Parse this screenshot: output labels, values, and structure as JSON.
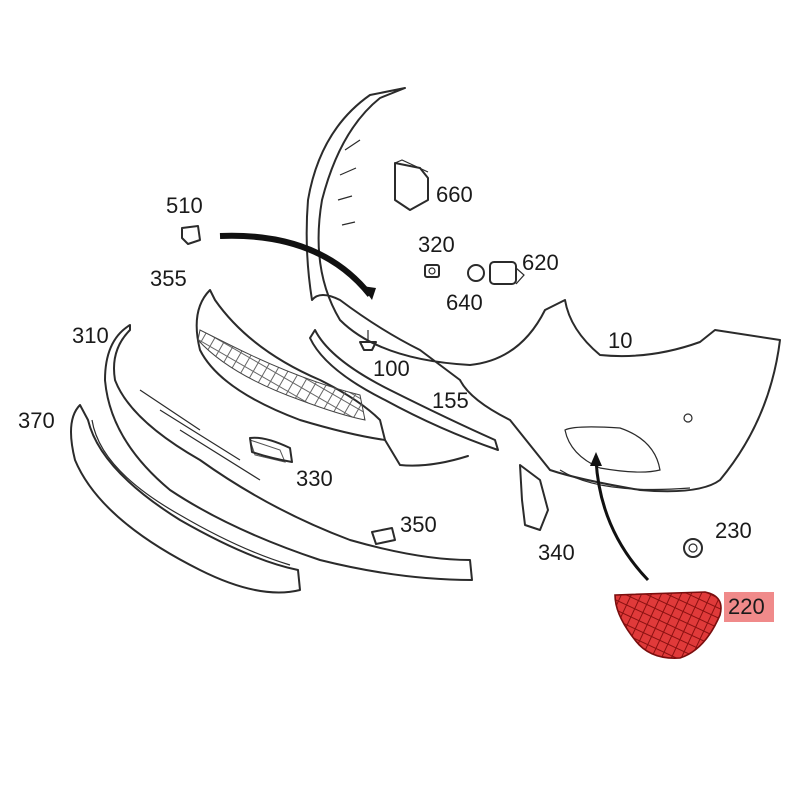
{
  "diagram": {
    "highlight_color": "#e03a3a",
    "callouts": {
      "c10": "10",
      "c100": "100",
      "c155": "155",
      "c220": "220",
      "c230": "230",
      "c310": "310",
      "c320": "320",
      "c330": "330",
      "c340": "340",
      "c350": "350",
      "c355": "355",
      "c370": "370",
      "c510": "510",
      "c620": "620",
      "c640": "640",
      "c660": "660"
    },
    "highlighted_part": "220"
  }
}
